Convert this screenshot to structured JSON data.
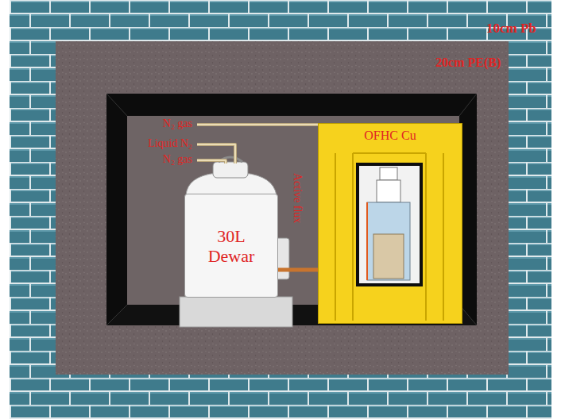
{
  "diagram": {
    "nodes": [
      {
        "text": [
          "30L Dewar"
        ]
      },
      {
        "text": [
          "OFHC Cu"
        ]
      }
    ],
    "edges": [
      {
        "from": 0,
        "to": 1,
        "arrow": "none"
      }
    ],
    "labels": [
      "10cm Pb",
      "20cm PE(B)",
      "N₂ gas",
      "Liquid N₂",
      "N₂ gas",
      "Active flux"
    ]
  }
}
